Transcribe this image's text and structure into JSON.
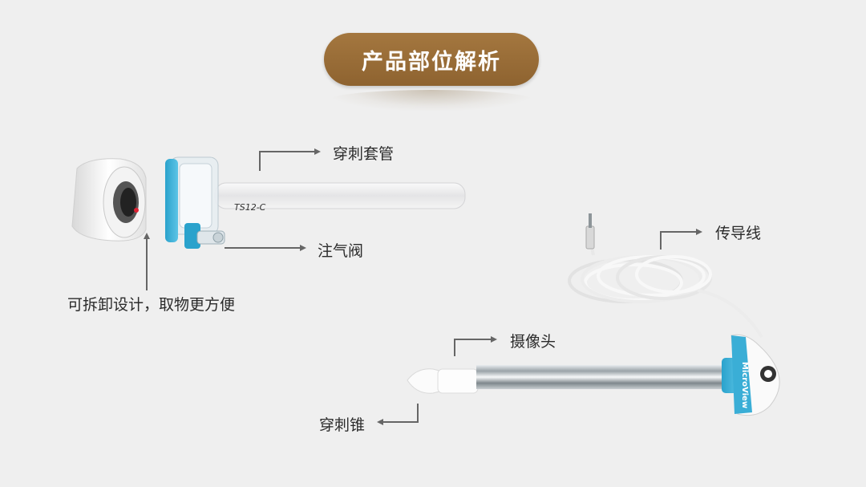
{
  "title": "产品部位解析",
  "labels": {
    "cannula": "穿刺套管",
    "insufflation_valve": "注气阀",
    "detachable": "可拆卸设计，取物更方便",
    "cable": "传导线",
    "camera": "摄像头",
    "trocar": "穿刺锥"
  },
  "product_markings": {
    "cannula_model": "TS12-C",
    "brand": "MicroView"
  }
}
